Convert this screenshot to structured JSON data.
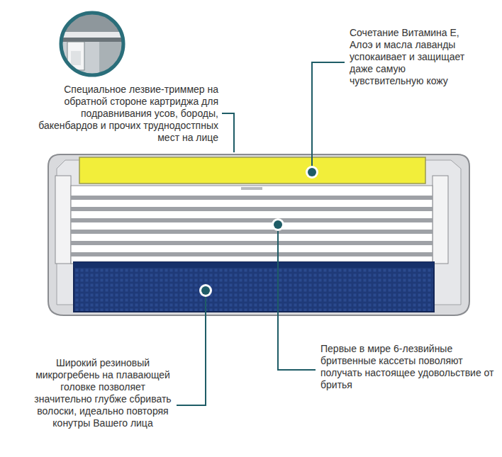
{
  "diagram": {
    "labels": [
      "Специальное лезвие-триммер на обратной стороне картриджа для подравнивания усов, бороды, бакенбардов и прочих труднодостпных мест на лице",
      "Сочетание Витамина Е, Алоэ и масла лаванды успокаивает и защищает даже самую чувствительную кожу",
      "Широкий резиновый микрогребень на плавающей головке позволяет значительно глубже сбривать волоски, идеально повторяя конутры Вашего лица",
      "Первые в мире 6-лезвийные бритвенные кассеты поволяют получать настоящее удовольствие от бритья"
    ]
  }
}
